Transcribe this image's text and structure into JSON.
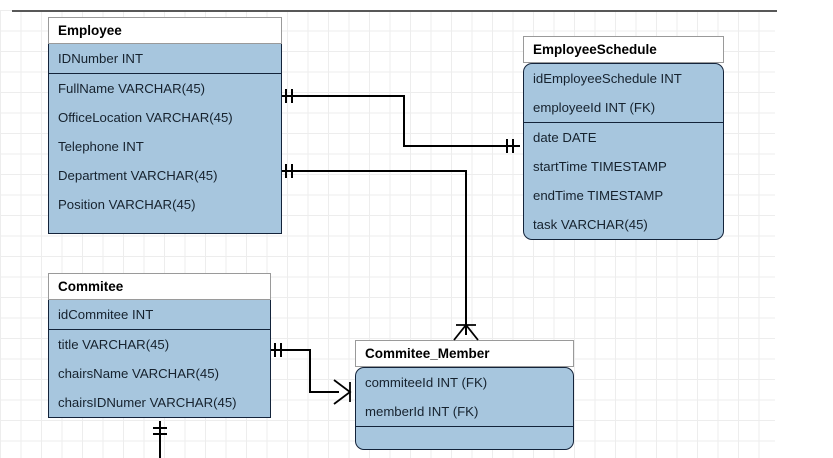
{
  "diagram": {
    "type": "entity-relationship-diagram",
    "notation": "crows-foot",
    "background": "grid-canvas",
    "colors": {
      "entity_fill": "#a7c6de",
      "entity_border": "#13233a",
      "title_fill": "#ffffff",
      "title_border": "#9a9a9a",
      "connector": "#000000",
      "grid_minor": "#ededed",
      "grid_major": "#dddddd",
      "top_rule": "#585858"
    },
    "entities": [
      {
        "id": "employee",
        "name": "Employee",
        "rounded": false,
        "primary_keys": [
          "IDNumber INT"
        ],
        "attributes": [
          "FullName VARCHAR(45)",
          "OfficeLocation VARCHAR(45)",
          "Telephone INT",
          "Department VARCHAR(45)",
          "Position VARCHAR(45)"
        ]
      },
      {
        "id": "employeeschedule",
        "name": "EmployeeSchedule",
        "rounded": true,
        "primary_keys": [
          "idEmployeeSchedule INT",
          "employeeId INT (FK)"
        ],
        "attributes": [
          "date DATE",
          "startTime TIMESTAMP",
          "endTime TIMESTAMP",
          "task VARCHAR(45)"
        ]
      },
      {
        "id": "commitee",
        "name": "Commitee",
        "rounded": false,
        "primary_keys": [
          "idCommitee INT"
        ],
        "attributes": [
          "title VARCHAR(45)",
          "chairsName VARCHAR(45)",
          "chairsIDNumer VARCHAR(45)"
        ]
      },
      {
        "id": "commitee_member",
        "name": "Commitee_Member",
        "rounded": true,
        "primary_keys": [
          "commiteeId INT (FK)",
          "memberId INT (FK)"
        ],
        "attributes": []
      }
    ],
    "relationships": [
      {
        "id": "rel-employee-employeeschedule",
        "from": "employee",
        "to": "employeeschedule",
        "from_cardinality": "one-and-only-one",
        "to_cardinality": "one-and-only-one"
      },
      {
        "id": "rel-employee-commiteemember",
        "from": "employee",
        "to": "commitee_member",
        "from_cardinality": "one-and-only-one",
        "to_cardinality": "many"
      },
      {
        "id": "rel-commitee-commiteemember",
        "from": "commitee",
        "to": "commitee_member",
        "from_cardinality": "one-and-only-one",
        "to_cardinality": "many"
      },
      {
        "id": "rel-commitee-down",
        "from": "commitee",
        "to": "offscreen",
        "from_cardinality": "one-and-only-one",
        "to_cardinality": "unspecified"
      }
    ]
  }
}
